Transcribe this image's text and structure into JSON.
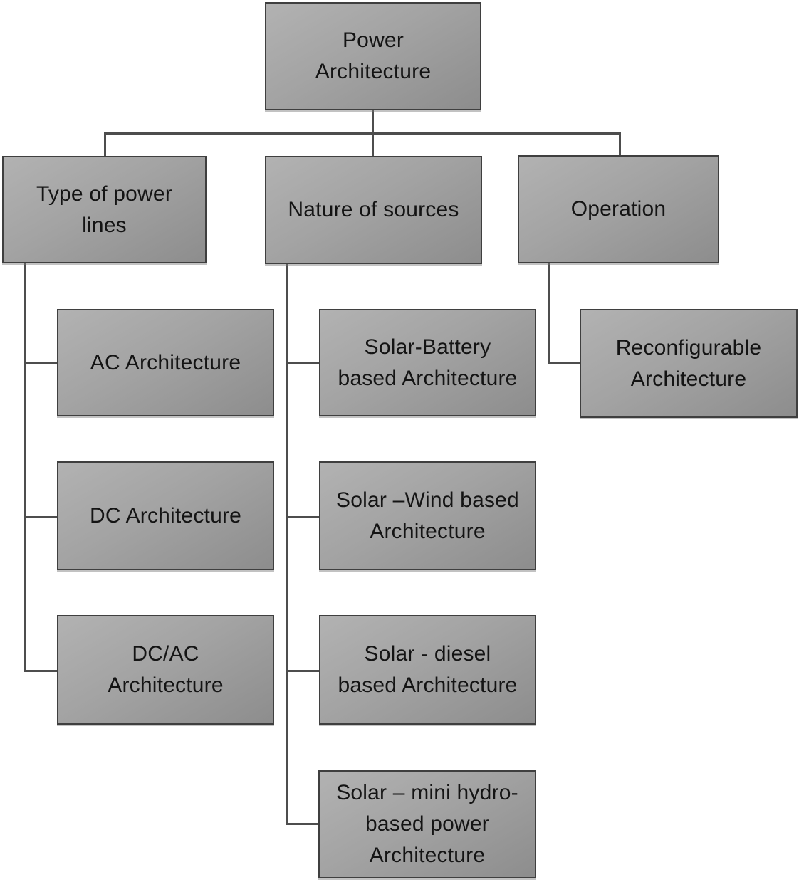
{
  "diagram_title": "Power Architecture",
  "nodes": {
    "power_architecture": {
      "label": "Power Architecture",
      "lines": [
        "Power",
        "Architecture"
      ]
    },
    "type_of_power_lines": {
      "label": "Type of power lines",
      "lines": [
        "Type of power",
        "lines"
      ]
    },
    "nature_of_sources": {
      "label": "Nature of sources",
      "lines": [
        "Nature of sources"
      ]
    },
    "operation": {
      "label": "Operation",
      "lines": [
        "Operation"
      ]
    },
    "ac_architecture": {
      "label": "AC Architecture",
      "lines": [
        "AC Architecture"
      ]
    },
    "dc_architecture": {
      "label": "DC Architecture",
      "lines": [
        "DC Architecture"
      ]
    },
    "dc_ac_architecture": {
      "label": "DC/AC Architecture",
      "lines": [
        "DC/AC",
        "Architecture"
      ]
    },
    "solar_battery": {
      "label": "Solar-Battery based Architecture",
      "lines": [
        "Solar-Battery",
        "based Architecture"
      ]
    },
    "solar_wind": {
      "label": "Solar –Wind based Architecture",
      "lines": [
        "Solar –Wind based",
        "Architecture"
      ]
    },
    "solar_diesel": {
      "label": "Solar - diesel based Architecture",
      "lines": [
        "Solar - diesel",
        "based Architecture"
      ]
    },
    "solar_mini_hydro": {
      "label": "Solar – mini hydro-based power Architecture",
      "lines": [
        "Solar – mini hydro-",
        "based power",
        "Architecture"
      ]
    },
    "reconfigurable": {
      "label": "Reconfigurable Architecture",
      "lines": [
        "Reconfigurable",
        "Architecture"
      ]
    }
  },
  "hierarchy": {
    "root": "Power Architecture",
    "branches": [
      {
        "parent": "Type of power lines",
        "children": [
          "AC Architecture",
          "DC Architecture",
          "DC/AC Architecture"
        ]
      },
      {
        "parent": "Nature of sources",
        "children": [
          "Solar-Battery based Architecture",
          "Solar –Wind based Architecture",
          "Solar - diesel based Architecture",
          "Solar – mini hydro-based power Architecture"
        ]
      },
      {
        "parent": "Operation",
        "children": [
          "Reconfigurable Architecture"
        ]
      }
    ]
  },
  "colors": {
    "box_fill_top": "#b2b2b2",
    "box_fill_bottom": "#8d8d8d",
    "box_border": "#3f3f3f",
    "connector_line": "#4d4d4d",
    "text": "#141414",
    "background": "#ffffff"
  }
}
